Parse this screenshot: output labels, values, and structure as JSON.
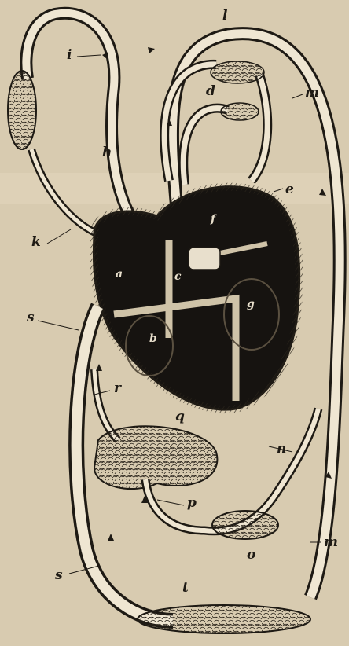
{
  "figure": {
    "labels": {
      "a": "a",
      "b": "b",
      "c": "c",
      "d": "d",
      "e": "e",
      "f": "f",
      "g": "g",
      "h": "h",
      "i": "i",
      "k": "k",
      "l": "l",
      "m_upper": "m",
      "m_lower": "m",
      "n": "n",
      "o": "o",
      "p": "p",
      "q": "q",
      "r": "r",
      "s_upper": "s",
      "s_lower": "s",
      "t": "t"
    },
    "colors": {
      "paper": "#d8cbb0",
      "ink": "#1e1a14",
      "heart_interior": "#161310",
      "vessel_fill": "#efe6d2"
    }
  }
}
